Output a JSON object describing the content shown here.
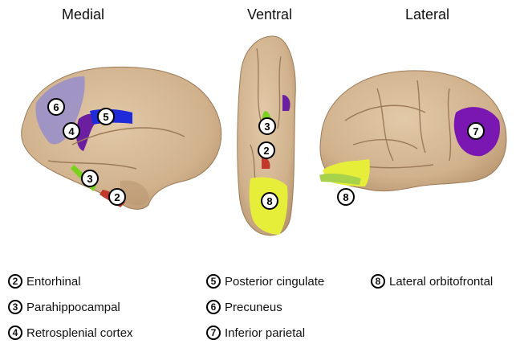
{
  "views": {
    "medial": "Medial",
    "ventral": "Ventral",
    "lateral": "Lateral"
  },
  "region_colors": {
    "entorhinal": "#c0392b",
    "parahippocampal": "#7bd11f",
    "retrosplenial": "#6b1fa0",
    "posterior_cingulate": "#1f2bd8",
    "precuneus": "#9a90c9",
    "inferior_parietal": "#7a17b3",
    "lateral_orbitofrontal": "#e7ee3a",
    "cortex": "#d2b592"
  },
  "markers": {
    "m2": "2",
    "m3": "3",
    "m4": "4",
    "m5": "5",
    "m6": "6",
    "m7": "7",
    "m8": "8"
  },
  "legend": [
    {
      "num": "2",
      "label": "Entorhinal"
    },
    {
      "num": "3",
      "label": "Parahippocampal"
    },
    {
      "num": "4",
      "label": "Retrosplenial cortex"
    },
    {
      "num": "5",
      "label": "Posterior cingulate"
    },
    {
      "num": "6",
      "label": "Precuneus"
    },
    {
      "num": "7",
      "label": "Inferior parietal"
    },
    {
      "num": "8",
      "label": "Lateral orbitofrontal"
    }
  ]
}
